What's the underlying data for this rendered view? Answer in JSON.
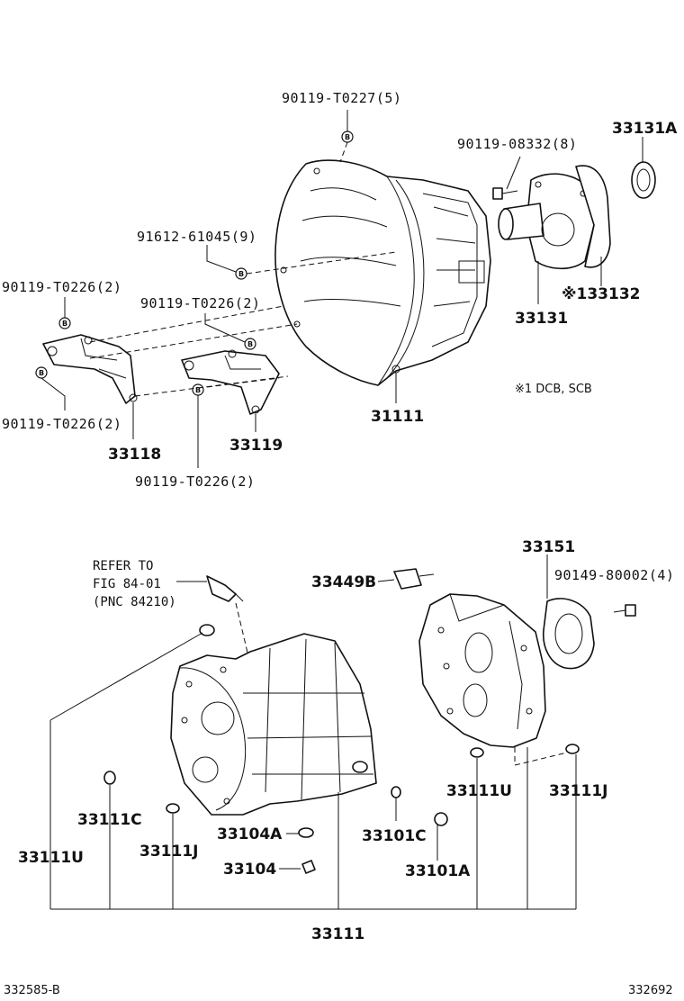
{
  "labels": {
    "bolt_top": "90119-T0227(5)",
    "bolt_mid": "91612-61045(9)",
    "bolt_left_top": "90119-T0226(2)",
    "bolt_center": "90119-T0226(2)",
    "bolt_left_bottom": "90119-T0226(2)",
    "bolt_bottom": "90119-T0226(2)",
    "part_33118": "33118",
    "part_33119": "33119",
    "part_31111": "31111",
    "bolt_retainer": "90119-08332(8)",
    "part_33131A": "33131A",
    "part_33132": "※133132",
    "part_33131": "33131",
    "note": "※1 DCB, SCB",
    "refer_line1": "REFER TO",
    "refer_line2": "FIG 84-01",
    "refer_line3": "(PNC 84210)",
    "part_33449B": "33449B",
    "part_33151": "33151",
    "bolt_90149": "90149-80002(4)",
    "part_33111C": "33111C",
    "part_33111J_left": "33111J",
    "part_33104A": "33104A",
    "part_33104": "33104",
    "part_33111U_left": "33111U",
    "part_33101C": "33101C",
    "part_33101A": "33101A",
    "part_33111U_right": "33111U",
    "part_33111J_right": "33111J",
    "part_33111": "33111",
    "code_left": "332585-B",
    "code_right": "332692"
  },
  "bolt_marker": "B"
}
